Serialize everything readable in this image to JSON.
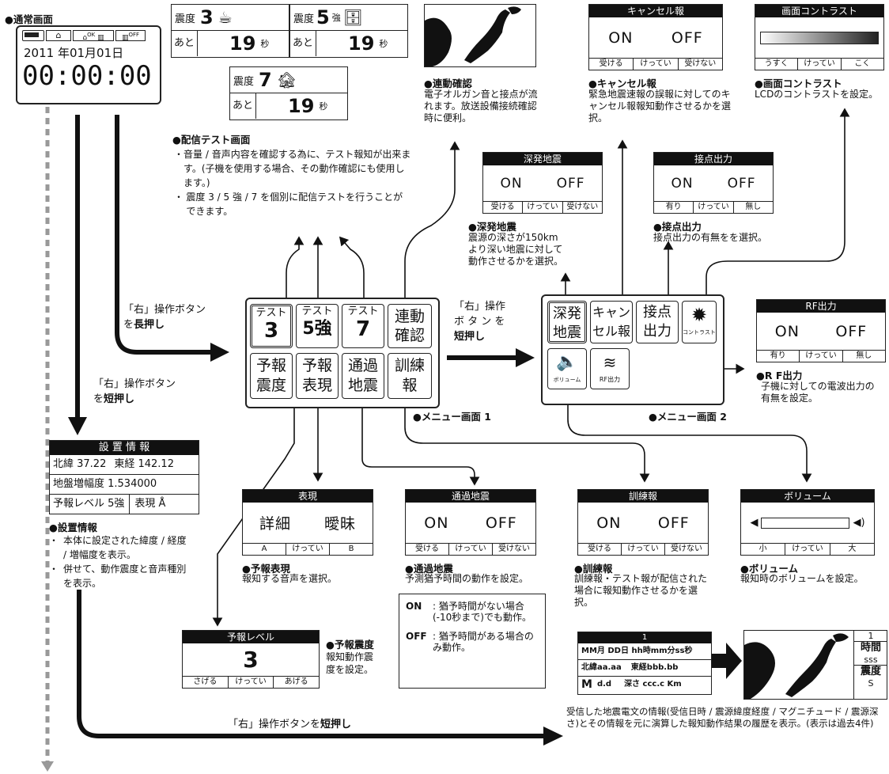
{
  "normal": {
    "title": "●通常画面",
    "date": "2011 年01月01日",
    "time": "00:00:00",
    "status_ok": "OK",
    "status_off": "OFF"
  },
  "delivery_test": {
    "shindo_label": "震度",
    "ato_label": "あと",
    "sec_value": "19",
    "sec_unit": "秒",
    "screens": [
      {
        "level": "3",
        "suffix": ""
      },
      {
        "level": "5",
        "suffix": "強"
      },
      {
        "level": "7",
        "suffix": ""
      }
    ],
    "title": "●配信テスト画面",
    "bullets": [
      "音量 / 音声内容を確認する為に、テスト報知が出来ます。(子機を使用する場合、その動作確認にも使用します。)",
      "震度 3 / 5 強 / 7 を個別に配信テストを行うことができます。"
    ]
  },
  "renko": {
    "title": "●連動確認",
    "desc": "電子オルガン音と接点が流れます。放送設備接続確認時に便利。"
  },
  "cancel": {
    "header": "キャンセル報",
    "on": "ON",
    "off": "OFF",
    "opts": [
      "受ける",
      "けってい",
      "受けない"
    ],
    "title": "●キャンセル報",
    "desc": "緊急地震速報の誤報に対してのキャンセル報報知動作させるかを選択。"
  },
  "contrast": {
    "header": "画面コントラスト",
    "opts": [
      "うすく",
      "けってい",
      "こく"
    ],
    "title": "●画面コントラスト",
    "desc": "LCDのコントラストを設定。"
  },
  "shinpatsu": {
    "header": "深発地震",
    "on": "ON",
    "off": "OFF",
    "opts": [
      "受ける",
      "けってい",
      "受けない"
    ],
    "title": "●深発地震",
    "desc": "震源の深さが150kmより深い地震に対して動作させるかを選択。"
  },
  "setten": {
    "header": "接点出力",
    "on": "ON",
    "off": "OFF",
    "opts": [
      "有り",
      "けってい",
      "無し"
    ],
    "title": "●接点出力",
    "desc": "接点出力の有無をを選択。"
  },
  "rf": {
    "header": "RF出力",
    "on": "ON",
    "off": "OFF",
    "opts": [
      "有り",
      "けってい",
      "無し"
    ],
    "title": "●R F出力",
    "desc": "子機に対しての電波出力の有無を設定。"
  },
  "arrows": {
    "long_press_1": "「右」操作ボタン",
    "long_press_2a": "を",
    "long_press_2b": "長押し",
    "short_press_menu_1": "「右」操作",
    "short_press_menu_2": "ボ タ ン を",
    "short_press_menu_3": "短押し",
    "short_press_left_1": "「右」操作ボタン",
    "short_press_left_2a": "を",
    "short_press_left_2b": "短押し",
    "bottom_a": "「右」操作ボタンを",
    "bottom_b": "短押し"
  },
  "menu1": {
    "label": "●メニュー画面 1",
    "buttons": [
      {
        "l1": "テスト",
        "l2": "3"
      },
      {
        "l1": "テスト",
        "l2": "5強"
      },
      {
        "l1": "テスト",
        "l2": "7"
      },
      {
        "l1": "連動",
        "l2": "確認"
      },
      {
        "l1": "予報",
        "l2": "震度"
      },
      {
        "l1": "予報",
        "l2": "表現"
      },
      {
        "l1": "通過",
        "l2": "地震"
      },
      {
        "l1": "訓練",
        "l2": "報"
      }
    ]
  },
  "menu2": {
    "label": "●メニュー画面 2",
    "buttons": [
      {
        "l1": "深発",
        "l2": "地震"
      },
      {
        "l1": "キャン",
        "l2": "セル報"
      },
      {
        "l1": "接点",
        "l2": "出力"
      },
      {
        "l1": "",
        "l2": "コントラスト"
      },
      {
        "l1": "",
        "l2": "ボリューム"
      },
      {
        "l1": "",
        "l2": "RF出力"
      }
    ]
  },
  "setchi": {
    "header": "設 置 情 報",
    "row1a": "北緯 37.22",
    "row1b": "東経 142.12",
    "row2": "地盤増幅度  1.534000",
    "row3a": "予報レベル 5強",
    "row3b": "表現  Å",
    "title": "●設置情報",
    "bullets": [
      "本体に設定された緯度 / 経度 / 増幅度を表示。",
      "併せて、動作震度と音声種別を表示。"
    ]
  },
  "hyogen": {
    "header": "表現",
    "left": "詳細",
    "right": "曖昧",
    "opts": [
      "A",
      "けってい",
      "B"
    ],
    "title": "●予報表現",
    "desc": "報知する音声を選択。"
  },
  "tsuka": {
    "header": "通過地震",
    "on": "ON",
    "off": "OFF",
    "opts": [
      "受ける",
      "けってい",
      "受けない"
    ],
    "title": "●通過地震",
    "desc": "予測猶予時間の動作を設定。",
    "note_on_key": "ON",
    "note_on": ": 猶予時間がない場合 (-10秒まで)でも動作。",
    "note_off_key": "OFF",
    "note_off": ": 猶予時間がある場合のみ動作。"
  },
  "kunren": {
    "header": "訓練報",
    "on": "ON",
    "off": "OFF",
    "opts": [
      "受ける",
      "けってい",
      "受けない"
    ],
    "title": "●訓練報",
    "desc": "訓練報・テスト報が配信された場合に報知動作させるかを選択。"
  },
  "volume": {
    "header": "ボリューム",
    "opts": [
      "小",
      "けってい",
      "大"
    ],
    "title": "●ボリューム",
    "desc": "報知時のボリュームを設定。"
  },
  "yoho_level": {
    "header": "予報レベル",
    "value": "3",
    "opts": [
      "さげる",
      "けってい",
      "あげる"
    ],
    "title": "●予報震度",
    "desc": "報知動作震度を設定。"
  },
  "history": {
    "header": "1",
    "line1": "MM月 DD日 hh時mm分ss秒",
    "line2a": "北緯aa.aa",
    "line2b": "東経bbb.bb",
    "line3a": "M",
    "line3b": "d.d",
    "line3c": "深さ  ccc.c Km",
    "side_num": "1",
    "side_time": "時間",
    "side_sss": "sss",
    "side_shindo": "震度",
    "side_s": "S",
    "desc": "受信した地震電文の情報(受信日時 / 震源緯度経度 / マグニチュード / 震源深さ)とその情報を元に演算した報知動作結果の履歴を表示。(表示は過去4件)"
  }
}
